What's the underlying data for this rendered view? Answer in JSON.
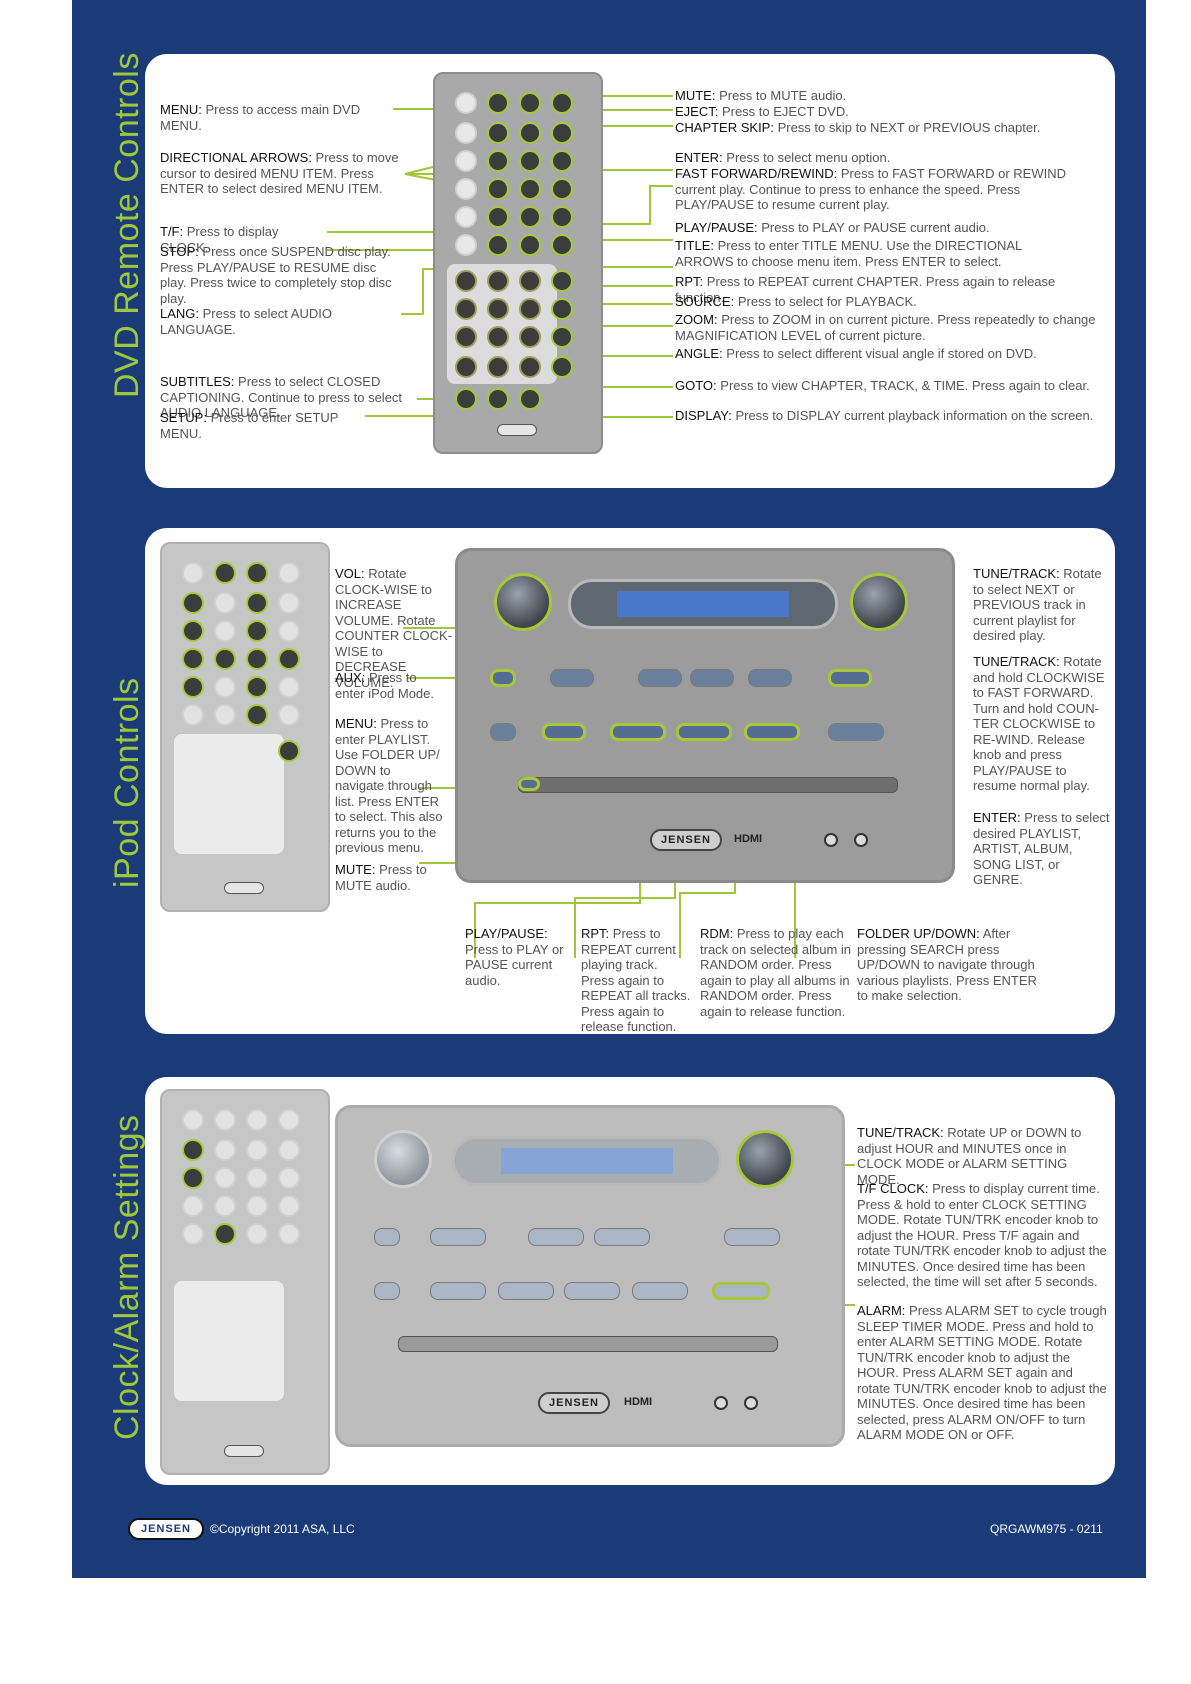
{
  "sections": {
    "dvd": {
      "title": "DVD Remote Controls",
      "labels": {
        "menu": {
          "name": "MENU:",
          "desc": " Press to access main DVD MENU."
        },
        "arrows": {
          "name": "DIRECTIONAL ARROWS:",
          "desc": " Press to move cursor to desired MENU ITEM. Press ENTER to select desired MENU ITEM."
        },
        "tf": {
          "name": "T/F:",
          "desc": " Press to display CLOCK."
        },
        "stop": {
          "name": "STOP:",
          "desc": " Press once SUSPEND disc play. Press PLAY/PAUSE to RESUME disc play. Press twice to completely stop disc play."
        },
        "lang": {
          "name": "LANG:",
          "desc": " Press to select AUDIO LANGUAGE."
        },
        "subtitles": {
          "name": "SUBTITLES:",
          "desc": " Press to select CLOSED CAPTIONING. Continue to press to select AUDIO LANGUAGE."
        },
        "setup": {
          "name": "SETUP:",
          "desc": " Press to enter SETUP MENU."
        },
        "mute": {
          "name": "MUTE:",
          "desc": " Press to MUTE audio."
        },
        "eject": {
          "name": "EJECT:",
          "desc": " Press to EJECT DVD."
        },
        "chapter": {
          "name": "CHAPTER SKIP:",
          "desc": " Press to skip to NEXT or PREVIOUS chapter."
        },
        "enter": {
          "name": "ENTER:",
          "desc": " Press to select menu option."
        },
        "ff": {
          "name": "FAST FORWARD/REWIND:",
          "desc": " Press to FAST FORWARD or REWIND current play. Continue to press to enhance the speed. Press PLAY/PAUSE to resume current play."
        },
        "play": {
          "name": "PLAY/PAUSE:",
          "desc": " Press to PLAY or PAUSE current audio."
        },
        "title": {
          "name": "TITLE:",
          "desc": " Press to enter TITLE MENU. Use the DIRECTIONAL ARROWS to choose menu item. Press ENTER to select."
        },
        "rpt": {
          "name": "RPT:",
          "desc": " Press to REPEAT current CHAPTER. Press again to release function."
        },
        "source": {
          "name": "SOURCE:",
          "desc": " Press to select for PLAYBACK."
        },
        "zoom": {
          "name": "ZOOM:",
          "desc": " Press to ZOOM in on current picture. Press repeatedly to change MAGNIFICATION LEVEL of current picture."
        },
        "angle": {
          "name": "ANGLE:",
          "desc": " Press to select different visual angle if stored on DVD."
        },
        "goto": {
          "name": "GOTO:",
          "desc": " Press to view CHAPTER, TRACK, & TIME. Press again to clear."
        },
        "display": {
          "name": "DISPLAY:",
          "desc": " Press to DISPLAY current playback information on the screen."
        }
      }
    },
    "ipod": {
      "title": "iPod Controls",
      "labels": {
        "vol": {
          "name": "VOL:",
          "desc": " Rotate CLOCK-WISE to INCREASE VOLUME. Rotate COUNTER CLOCK-WISE to DECREASE VOLUME."
        },
        "aux": {
          "name": "AUX:",
          "desc": " Press to enter iPod Mode."
        },
        "menu": {
          "name": "MENU:",
          "desc": " Press to enter PLAYLIST. Use FOLDER UP/ DOWN to navigate through list. Press ENTER to select. This also returns you to the previous menu."
        },
        "mute": {
          "name": "MUTE:",
          "desc": " Press to MUTE audio."
        },
        "tune1": {
          "name": "TUNE/TRACK:",
          "desc": " Rotate to select NEXT or PREVIOUS track in current playlist for desired play."
        },
        "tune2": {
          "name": "TUNE/TRACK:",
          "desc": " Rotate and hold CLOCKWISE to FAST FORWARD. Turn and hold COUN-TER CLOCKWISE to RE-WIND. Release knob and press PLAY/PAUSE to resume normal play."
        },
        "enter": {
          "name": "ENTER:",
          "desc": " Press to select desired PLAYLIST, ARTIST, ALBUM, SONG LIST, or GENRE."
        },
        "play": {
          "name": "PLAY/PAUSE:",
          "desc": " Press to PLAY or PAUSE current audio."
        },
        "rpt": {
          "name": "RPT:",
          "desc": " Press to REPEAT current playing track. Press again to REPEAT all tracks. Press again to release function."
        },
        "rdm": {
          "name": "RDM:",
          "desc": " Press to play each track on selected album in RANDOM order. Press again to play all albums in RANDOM order. Press again to release function."
        },
        "folder": {
          "name": "FOLDER UP/DOWN:",
          "desc": " After pressing SEARCH press UP/DOWN to navigate through various playlists. Press ENTER to make selection."
        }
      }
    },
    "clock": {
      "title": "Clock/Alarm Settings",
      "labels": {
        "tune": {
          "name": "TUNE/TRACK:",
          "desc": " Rotate UP or DOWN to adjust HOUR and MINUTES once in CLOCK MODE or ALARM SETTING MODE."
        },
        "tf": {
          "name": "T/F CLOCK:",
          "desc": " Press to display current time. Press & hold to enter CLOCK SETTING MODE. Rotate TUN/TRK encoder knob to adjust the HOUR. Press T/F again and rotate TUN/TRK encoder knob to adjust the MINUTES. Once desired time has been selected, the time will set after 5 seconds."
        },
        "alarm": {
          "name": "ALARM:",
          "desc": " Press ALARM SET to cycle trough SLEEP TIMER MODE. Press and hold to enter ALARM SETTING MODE. Rotate TUN/TRK encoder knob to adjust the HOUR. Press ALARM SET again and rotate TUN/TRK encoder knob to adjust the MINUTES. Once desired time has been selected, press ALARM ON/OFF to turn ALARM MODE ON or OFF."
        }
      }
    }
  },
  "device": {
    "brand_logo": "JENSEN",
    "hdmi_logo": "HDMI"
  },
  "footer": {
    "logo": "JENSEN",
    "copyright": "©Copyright 2011 ASA, LLC",
    "code": "QRGAWM975 - 0211"
  },
  "colors": {
    "page_bg": "#1b3a78",
    "accent": "#9fc73a",
    "panel": "#ffffff"
  }
}
